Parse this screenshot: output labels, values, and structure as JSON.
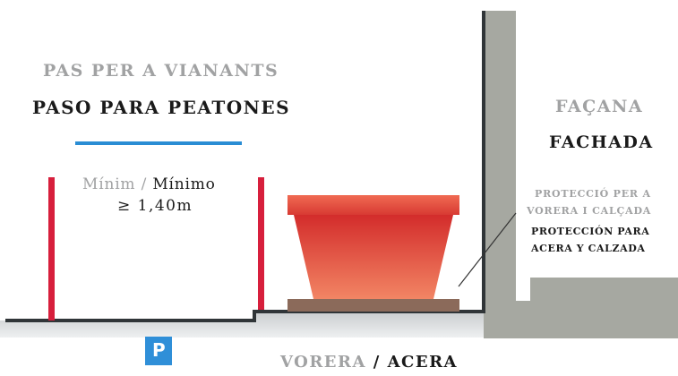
{
  "pedestrian_path": {
    "label_ca": "PAS PER A VIANANTS",
    "label_es": "PASO PARA PEATONES"
  },
  "min_width": {
    "label_ca": "Mínim",
    "separator": "/",
    "label_es": "Mínimo",
    "value": "≥ 1,40m"
  },
  "facade": {
    "label_ca": "FAÇANA",
    "label_es": "FACHADA"
  },
  "protection": {
    "label_ca_1": "PROTECCIÓ PER A",
    "label_ca_2": "VORERA I CALÇADA",
    "label_es_1": "PROTECCIÓN PARA",
    "label_es_2": "ACERA Y CALZADA"
  },
  "sidewalk": {
    "label_ca": "VORERA",
    "separator": "/",
    "label_es": "ACERA"
  },
  "parking_badge": "P",
  "colors": {
    "pole_red": "#d71f3c",
    "blue_line": "#2a8dd4",
    "wall_grey": "#a6a8a1",
    "ground_grey": "#d8dadb",
    "pot_top": "#d83a33",
    "pot_bottom": "#f07a5a",
    "pot_base": "#8b6a5a",
    "badge_blue": "#2f8fd8"
  }
}
